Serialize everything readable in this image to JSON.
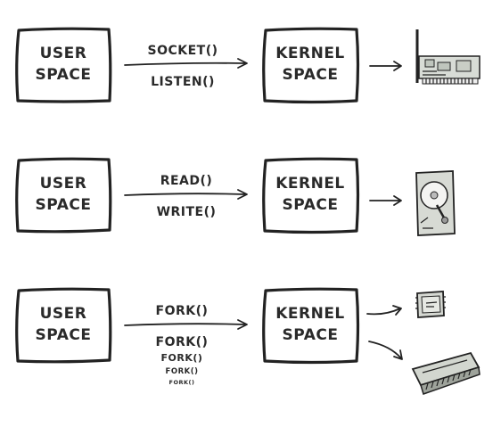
{
  "rows": [
    {
      "user_line1": "USER",
      "user_line2": "SPACE",
      "call_above": "SOCKET()",
      "call_below": "LISTEN()",
      "kernel_line1": "KERNEL",
      "kernel_line2": "SPACE",
      "device": "network-card-icon"
    },
    {
      "user_line1": "USER",
      "user_line2": "SPACE",
      "call_above": "READ()",
      "call_below": "WRITE()",
      "kernel_line1": "KERNEL",
      "kernel_line2": "SPACE",
      "device": "hard-disk-icon"
    },
    {
      "user_line1": "USER",
      "user_line2": "SPACE",
      "call_above": "FORK()",
      "call_below": "FORK()",
      "fork_cascade": [
        "FORK()",
        "FORK()",
        "FORK()"
      ],
      "kernel_line1": "KERNEL",
      "kernel_line2": "SPACE",
      "devices": [
        "cpu-chip-icon",
        "memory-module-icon"
      ]
    }
  ]
}
